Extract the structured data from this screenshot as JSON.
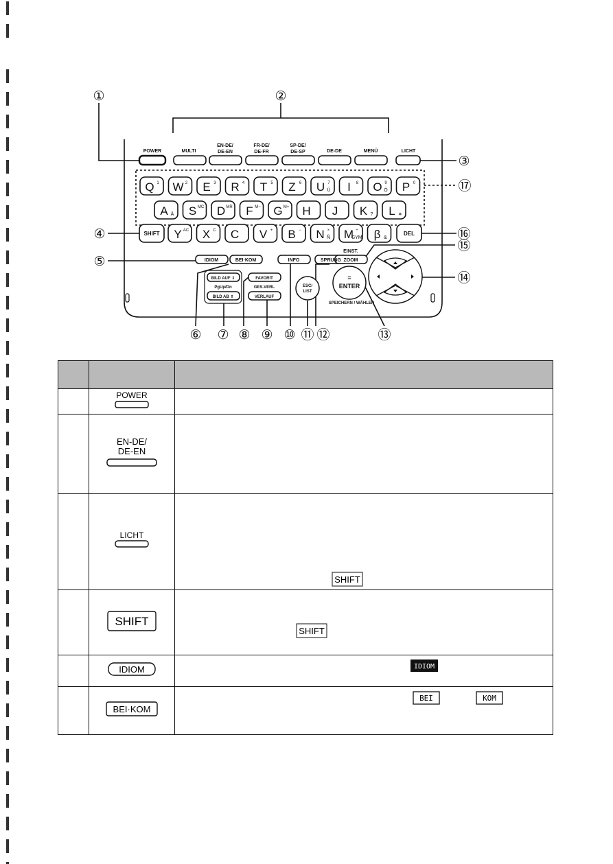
{
  "callouts": [
    "①",
    "②",
    "③",
    "④",
    "⑤",
    "⑥",
    "⑦",
    "⑧",
    "⑨",
    "⑩",
    "⑪",
    "⑫",
    "⑬",
    "⑭",
    "⑮",
    "⑯",
    "⑰"
  ],
  "top_keys": {
    "power": "POWER",
    "multi": "MULTI",
    "en_de": [
      "EN-DE/",
      "DE-EN"
    ],
    "fr_de": [
      "FR-DE/",
      "DE-FR"
    ],
    "sp_de": [
      "SP-DE/",
      "DE-SP"
    ],
    "de_de": "DE-DE",
    "menu": "MENÜ",
    "licht": "LICHT"
  },
  "rows": {
    "row1": [
      {
        "main": "Q",
        "sup": "1"
      },
      {
        "main": "W",
        "sup": "2"
      },
      {
        "main": "E",
        "sup": "3"
      },
      {
        "main": "R",
        "sup": "4"
      },
      {
        "main": "T",
        "sup": "5"
      },
      {
        "main": "Z",
        "sup": "6"
      },
      {
        "main": "U",
        "sup": "7",
        "sub": "Ü"
      },
      {
        "main": "I",
        "sup": "8"
      },
      {
        "main": "O",
        "sup": "9",
        "sub": "Ö"
      },
      {
        "main": "P",
        "sup": "0"
      }
    ],
    "row2": [
      {
        "main": "A",
        "sup": "",
        "sub": "Ä"
      },
      {
        "main": "S",
        "sup": "MC"
      },
      {
        "main": "D",
        "sup": "MR"
      },
      {
        "main": "F",
        "sup": "M−"
      },
      {
        "main": "G",
        "sup": "M+"
      },
      {
        "main": "H",
        "sup": ""
      },
      {
        "main": "J",
        "sup": ""
      },
      {
        "main": "K",
        "sup": "",
        "sub": "?"
      },
      {
        "main": "L",
        "sup": "",
        "sub": "∗"
      }
    ],
    "row3": [
      {
        "main": "Y",
        "sup": "AC"
      },
      {
        "main": "X",
        "sup": "C"
      },
      {
        "main": "C",
        "sup": ""
      },
      {
        "main": "V",
        "sup": "+"
      },
      {
        "main": "B",
        "sup": "−"
      },
      {
        "main": "N",
        "sup": "×",
        "sub": "Ñ"
      },
      {
        "main": "M",
        "sup": "÷",
        "sub": "SYM"
      },
      {
        "main": "β",
        "sup": "",
        "sub": "&"
      }
    ]
  },
  "bottom_keys": {
    "shift": "SHIFT",
    "del": "DEL",
    "idiom": "IDIOM",
    "beikom": "BEI·KOM",
    "info": "INFO",
    "sprung": "SPRUNG",
    "einst": "EINST.",
    "zoom": "ZOOM",
    "bild_auf": "BILD AUF ⇕",
    "pgup": "PgUp/Dn",
    "bild_ab": "BILD AB ⇕",
    "favorit": "FAVORIT",
    "gesverl": "GES.VERL",
    "verlauf": "VERLAUF",
    "esc": [
      "ESC/",
      "LIST"
    ],
    "enter_sym": "=",
    "enter": "ENTER",
    "speichern": "SPEICHERN / WÄHLEN"
  },
  "table": {
    "keys": {
      "power": "POWER",
      "en_de": [
        "EN-DE/",
        "DE-EN"
      ],
      "licht": "LICHT",
      "shift": "SHIFT",
      "idiom": "IDIOM",
      "beikom": "BEI·KOM"
    },
    "inline": {
      "shift": "SHIFT",
      "idiom_badge": "IDIOM",
      "bei": "BEI",
      "kom": "KOM"
    }
  },
  "colors": {
    "header_fill": "#b9b9b9",
    "ink": "#111111"
  }
}
